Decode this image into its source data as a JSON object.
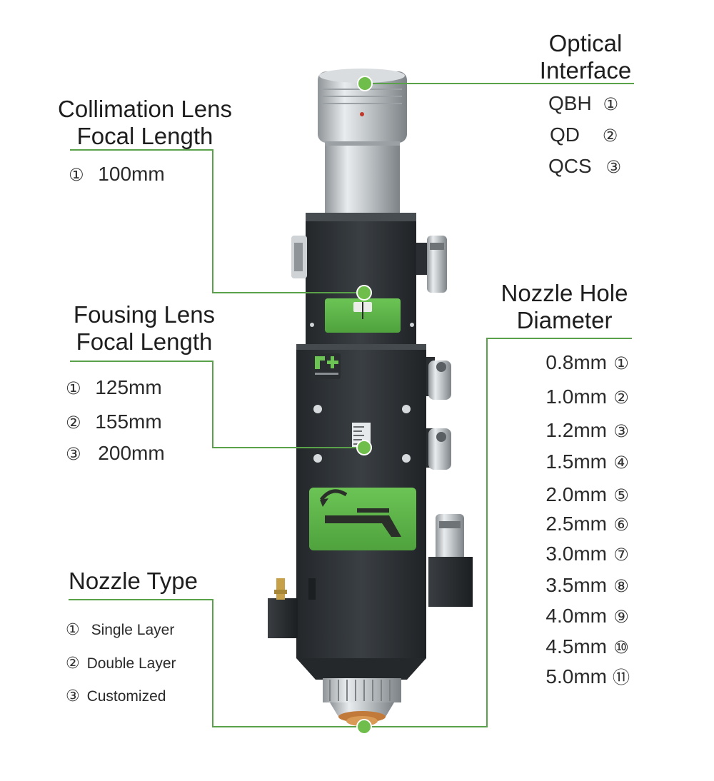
{
  "colors": {
    "leader_line": "#5aa24a",
    "marker_dot": "#6fbd4b",
    "panel_green": "#5cb247",
    "body_dark": "#2c3033",
    "steel": "#c9cdd0"
  },
  "optical_interface": {
    "title_line1": "Optical",
    "title_line2": "Interface",
    "options": [
      {
        "name": "QBH",
        "num": "①"
      },
      {
        "name": "QD",
        "num": "②"
      },
      {
        "name": "QCS",
        "num": "③"
      }
    ]
  },
  "collimation_lens": {
    "title_line1": "Collimation Lens",
    "title_line2": "Focal Length",
    "options": [
      {
        "num": "①",
        "value": "100mm"
      }
    ]
  },
  "focusing_lens": {
    "title_line1": "Fousing Lens",
    "title_line2": "Focal Length",
    "options": [
      {
        "num": "①",
        "value": "125mm"
      },
      {
        "num": "②",
        "value": "155mm"
      },
      {
        "num": "③",
        "value": "200mm"
      }
    ]
  },
  "nozzle_hole": {
    "title_line1": "Nozzle Hole",
    "title_line2": "Diameter",
    "options": [
      {
        "value": "0.8mm",
        "num": "①"
      },
      {
        "value": "1.0mm",
        "num": "②"
      },
      {
        "value": "1.2mm",
        "num": "③"
      },
      {
        "value": "1.5mm",
        "num": "④"
      },
      {
        "value": "2.0mm",
        "num": "⑤"
      },
      {
        "value": "2.5mm",
        "num": "⑥"
      },
      {
        "value": "3.0mm",
        "num": "⑦"
      },
      {
        "value": "3.5mm",
        "num": "⑧"
      },
      {
        "value": "4.0mm",
        "num": "⑨"
      },
      {
        "value": "4.5mm",
        "num": "⑩"
      },
      {
        "value": "5.0mm",
        "num": "⑪"
      }
    ]
  },
  "nozzle_type": {
    "title": "Nozzle Type",
    "options": [
      {
        "num": "①",
        "value": "Single Layer"
      },
      {
        "num": "②",
        "value": "Double Layer"
      },
      {
        "num": "③",
        "value": "Customized"
      }
    ]
  }
}
